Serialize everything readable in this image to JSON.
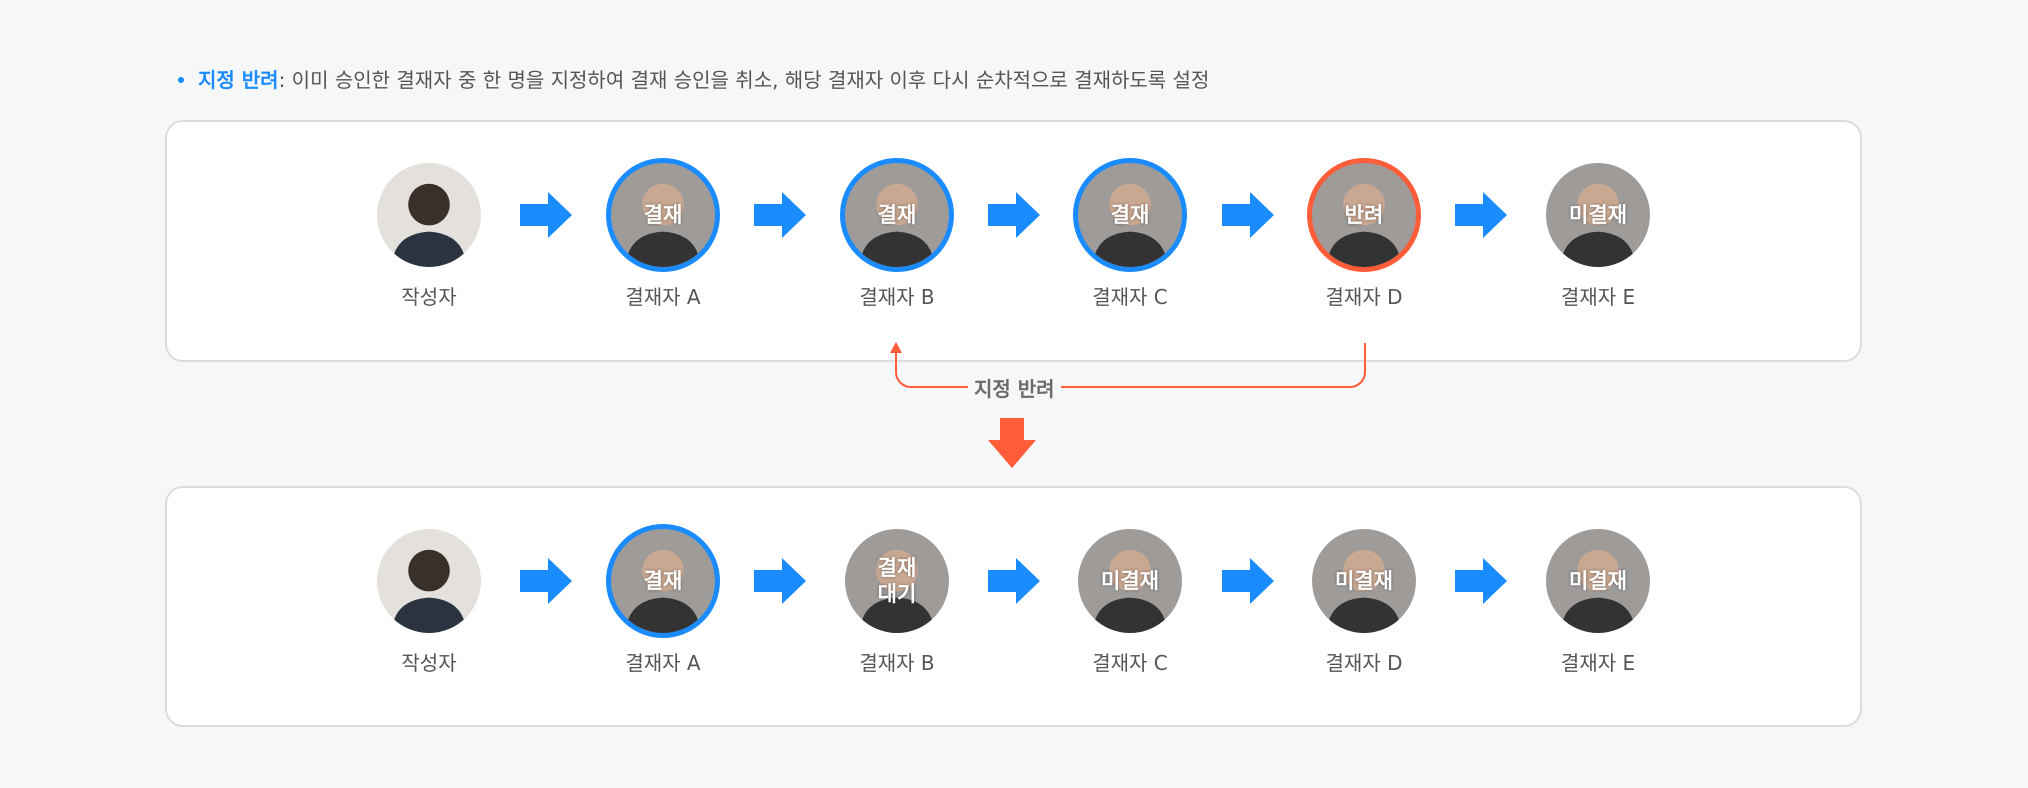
{
  "description": {
    "key": "지정 반려",
    "text": ": 이미 승인한 결재자 중 한 명을 지정하여 결재 승인을 취소, 해당 결재자 이후 다시 순차적으로 결재하도록 설정"
  },
  "colors": {
    "approved": "#1a8cff",
    "rejected": "#ff5c39",
    "pending": "#9e9b99"
  },
  "reject_label": "지정 반려",
  "before": [
    {
      "name": "작성자",
      "status": "",
      "state": "author"
    },
    {
      "name": "결재자 A",
      "status": "결재",
      "state": "approved"
    },
    {
      "name": "결재자 B",
      "status": "결재",
      "state": "approved"
    },
    {
      "name": "결재자 C",
      "status": "결재",
      "state": "approved"
    },
    {
      "name": "결재자 D",
      "status": "반려",
      "state": "rejected"
    },
    {
      "name": "결재자 E",
      "status": "미결재",
      "state": "pending"
    }
  ],
  "after": [
    {
      "name": "작성자",
      "status": "",
      "state": "author"
    },
    {
      "name": "결재자 A",
      "status": "결재",
      "state": "approved"
    },
    {
      "name": "결재자 B",
      "status": "결재\n대기",
      "state": "waiting"
    },
    {
      "name": "결재자 C",
      "status": "미결재",
      "state": "pending"
    },
    {
      "name": "결재자 D",
      "status": "미결재",
      "state": "pending"
    },
    {
      "name": "결재자 E",
      "status": "미결재",
      "state": "pending"
    }
  ]
}
